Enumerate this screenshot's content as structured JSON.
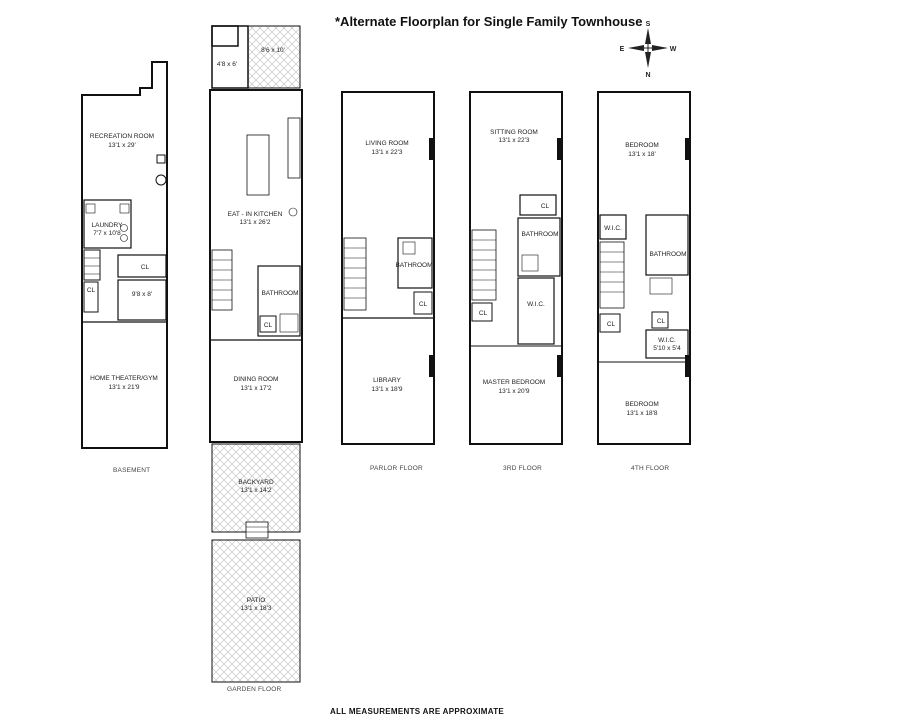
{
  "title": "*Alternate Floorplan for Single Family Townhouse",
  "footer": "ALL MEASUREMENTS ARE APPROXIMATE",
  "compass": {
    "s": "S",
    "e": "E",
    "w": "W",
    "n": "N"
  },
  "floors": {
    "basement": {
      "label": "BASEMENT",
      "recreation": {
        "name": "RECREATION ROOM",
        "dim": "13'1 x 29'"
      },
      "laundry": {
        "name": "LAUNDRY",
        "dim": "7'7 x 10'8"
      },
      "cl1": "CL",
      "cl2": "CL",
      "storage": {
        "dim": "9'8 x 8'"
      },
      "theater": {
        "name": "HOME THEATER/GYM",
        "dim": "13'1 x 21'9"
      }
    },
    "garden": {
      "label": "GARDEN FLOOR",
      "vestibule_dim": "4'8 x 6'",
      "entry_dim": "8'6 x 10'",
      "kitchen": {
        "name": "EAT - IN KITCHEN",
        "dim": "13'1 x 26'2"
      },
      "bathroom": "BATHROOM",
      "cl": "CL",
      "dining": {
        "name": "DINING ROOM",
        "dim": "13'1 x 17'2"
      },
      "backyard": {
        "name": "BACKYARD",
        "dim": "13'1 x 14'2"
      },
      "patio": {
        "name": "PATIO",
        "dim": "13'1 x 18'3"
      }
    },
    "parlor": {
      "label": "PARLOR FLOOR",
      "living": {
        "name": "LIVING ROOM",
        "dim": "13'1 x 22'3"
      },
      "bathroom": "BATHROOM",
      "cl": "CL",
      "library": {
        "name": "LIBRARY",
        "dim": "13'1 x 18'9"
      }
    },
    "third": {
      "label": "3RD FLOOR",
      "sitting": {
        "name": "SITTING ROOM",
        "dim": "13'1 x 22'3"
      },
      "cl1": "CL",
      "bathroom": "BATHROOM",
      "cl2": "CL",
      "wic": "W.I.C.",
      "master": {
        "name": "MASTER BEDROOM",
        "dim": "13'1 x 20'9"
      }
    },
    "fourth": {
      "label": "4TH FLOOR",
      "bedroom1": {
        "name": "BEDROOM",
        "dim": "13'1 x 18'"
      },
      "wic1": "W.I.C.",
      "bathroom": "BATHROOM",
      "cl1": "CL",
      "cl2": "CL",
      "wic2": {
        "name": "W.I.C.",
        "dim": "5'10 x 5'4"
      },
      "bedroom2": {
        "name": "BEDROOM",
        "dim": "13'1 x 18'8"
      }
    }
  }
}
